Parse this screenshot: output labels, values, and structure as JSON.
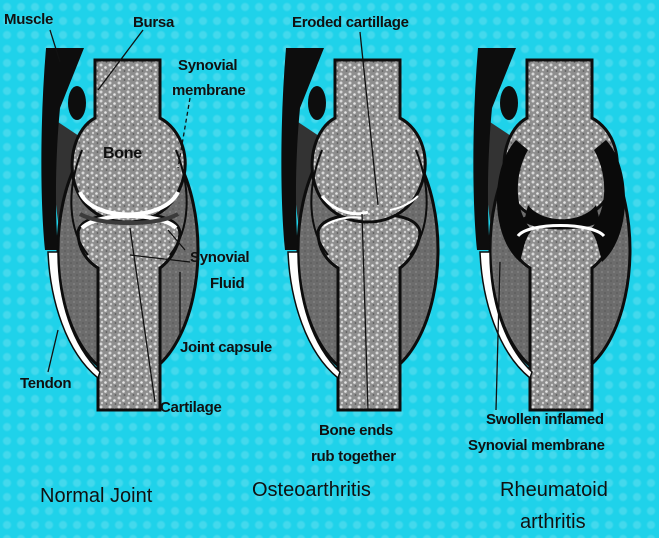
{
  "colors": {
    "background": "#1fd2ea",
    "bone_fill": "#8c8c8c",
    "capsule_fill": "#6b6b6b",
    "outline": "#0d0d0d",
    "cartilage": "#ffffff",
    "inflamed_membrane": "#0a0a0a"
  },
  "labels": {
    "muscle": "Muscle",
    "bursa": "Bursa",
    "synovial_membrane_1": "Synovial",
    "synovial_membrane_2": "membrane",
    "bone": "Bone",
    "synovial_fluid_1": "Synovial",
    "synovial_fluid_2": "Fluid",
    "joint_capsule": "Joint capsule",
    "tendon": "Tendon",
    "cartilage": "Cartilage",
    "eroded_cartilage": "Eroded cartillage",
    "bone_ends_1": "Bone ends",
    "bone_ends_2": "rub together",
    "swollen_1": "Swollen inflamed",
    "swollen_2": "Synovial membrane"
  },
  "titles": {
    "normal": "Normal Joint",
    "osteo": "Osteoarthritis",
    "rheuma_1": "Rheumatoid",
    "rheuma_2": "arthritis"
  },
  "icons": {
    "panel_1": "normal-knee-joint-icon",
    "panel_2": "osteoarthritis-knee-joint-icon",
    "panel_3": "rheumatoid-knee-joint-icon"
  }
}
